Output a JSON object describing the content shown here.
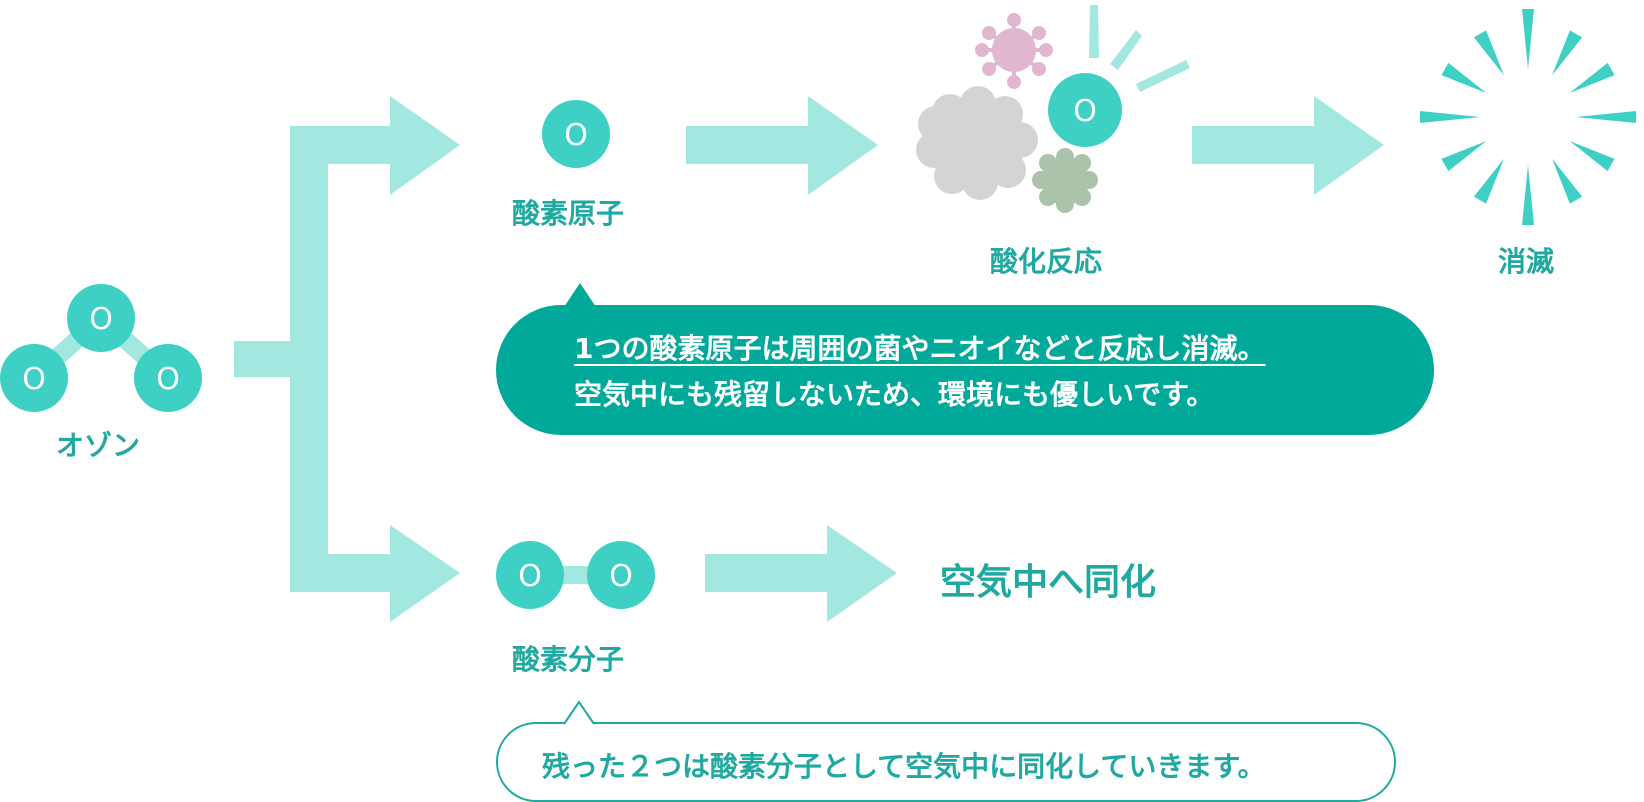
{
  "colors": {
    "arrow": "#a2e8e1",
    "atom": "#3fd0c5",
    "text": "#1fa9a0",
    "bubble_fill": "#00a99a",
    "germ_pink": "#e0b7cf",
    "cloud_gray": "#d4d4d4",
    "germ_green": "#abc3ab",
    "spark": "#3fd0c5",
    "spark_light": "#a2e8e1"
  },
  "atom_symbol": "O",
  "ozone": {
    "label": "オゾン"
  },
  "oxygen_atom": {
    "label": "酸素原子"
  },
  "oxidation": {
    "label": "酸化反応"
  },
  "disappear": {
    "label": "消滅"
  },
  "oxygen_molecule": {
    "label": "酸素分子"
  },
  "assimilate": {
    "label": "空気中へ同化"
  },
  "bubble_atom": {
    "line1": "1つの酸素原子は周囲の菌やニオイなどと反応し消滅。",
    "line2": "空気中にも残留しないため、環境にも優しいです。"
  },
  "bubble_molecule": {
    "text": "残った２つは酸素分子として空気中に同化していきます。"
  }
}
